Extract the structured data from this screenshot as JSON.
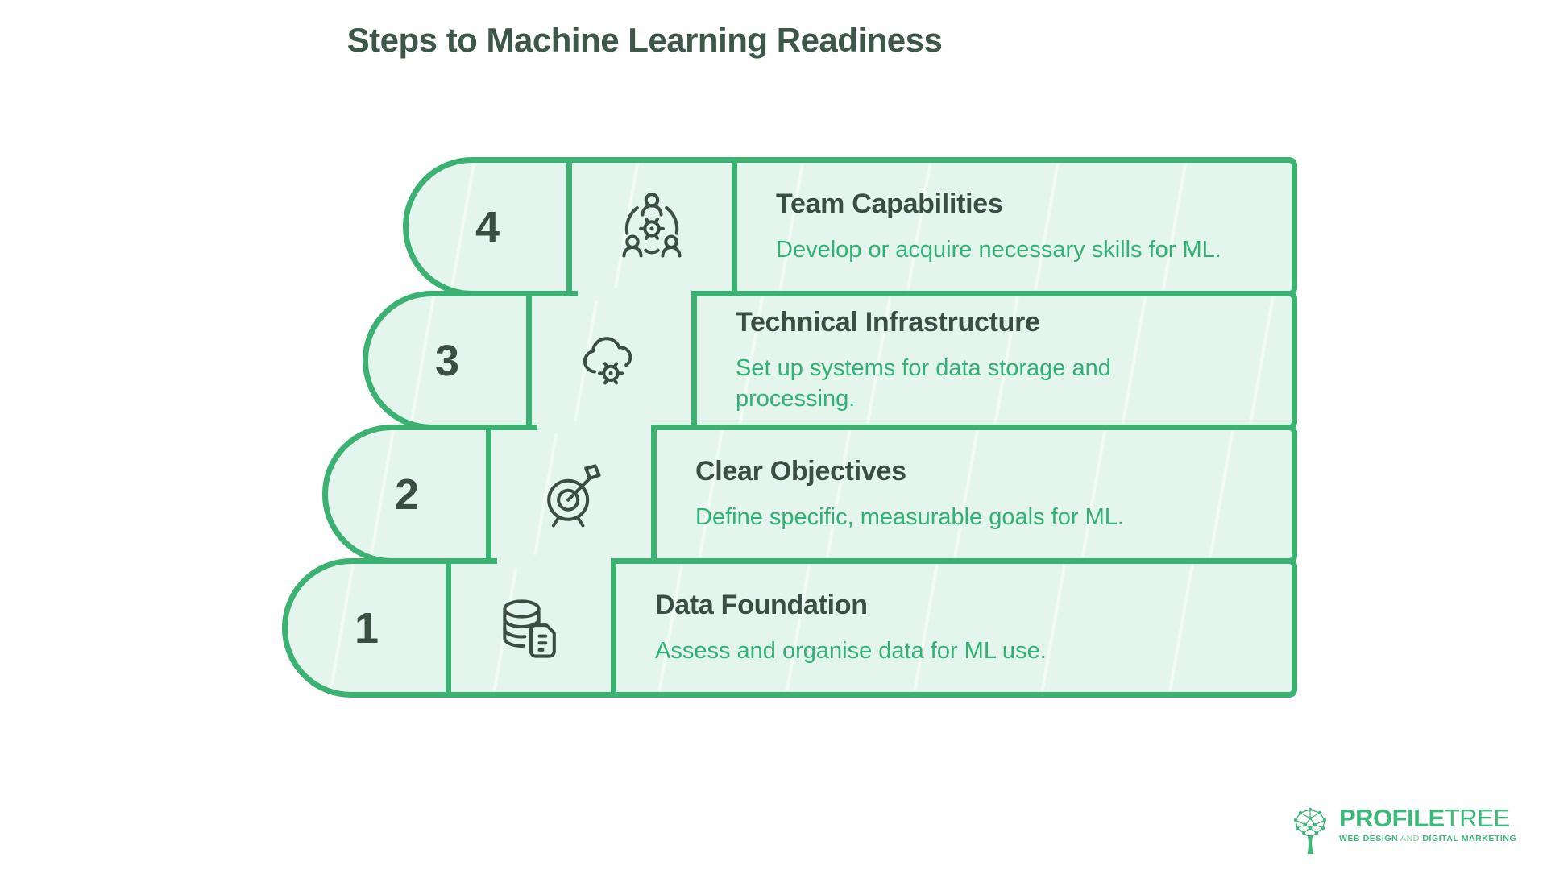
{
  "title": "Steps to Machine Learning Readiness",
  "steps": [
    {
      "number": "4",
      "title": "Team Capabilities",
      "description": "Develop or acquire necessary skills for ML.",
      "icon": "team-icon"
    },
    {
      "number": "3",
      "title": "Technical Infrastructure",
      "description": "Set up systems for data storage and processing.",
      "icon": "cloud-gear-icon"
    },
    {
      "number": "2",
      "title": "Clear Objectives",
      "description": "Define specific, measurable goals for ML.",
      "icon": "target-dart-icon"
    },
    {
      "number": "1",
      "title": "Data Foundation",
      "description": "Assess and organise data for ML use.",
      "icon": "database-document-icon"
    }
  ],
  "logo": {
    "name_bold": "PROFILE",
    "name_light": "TREE",
    "tagline_part1": "WEB DESIGN",
    "tagline_and": " AND ",
    "tagline_part2": "DIGITAL MARKETING"
  },
  "colors": {
    "border_green": "#3bb172",
    "fill_light_green": "#e3f5ec",
    "heading_dark_green": "#394f42",
    "main_title_green": "#3d5749",
    "description_green": "#31b173",
    "icon_stroke": "#3a4f42",
    "logo_green": "#3cb878",
    "background": "#ffffff"
  }
}
